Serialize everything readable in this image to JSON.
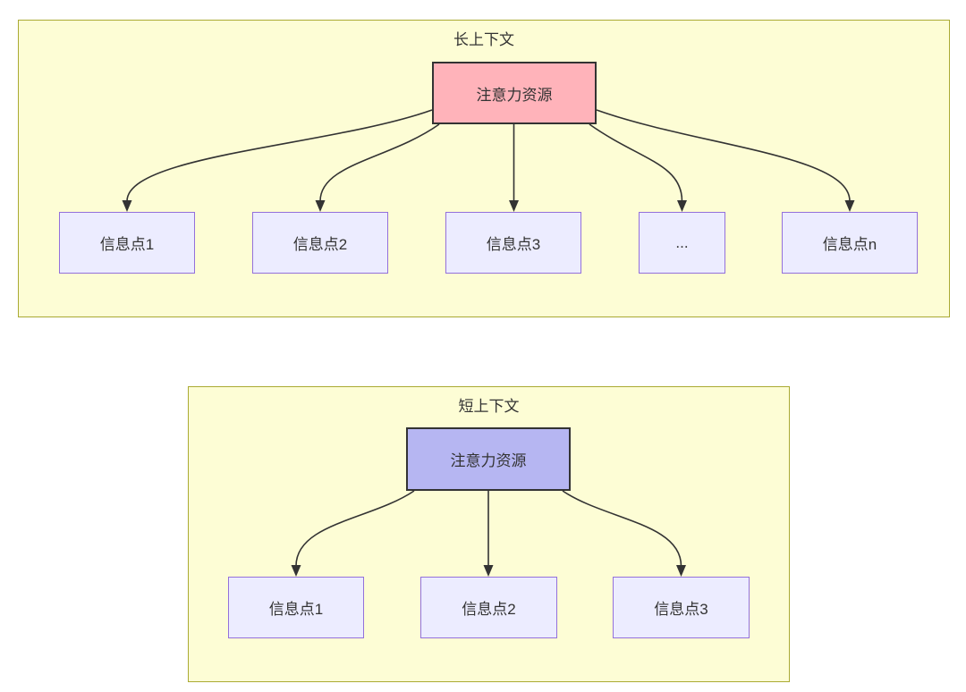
{
  "diagram": {
    "colors": {
      "cluster_fill": "#fdfdd5",
      "cluster_border": "#aaaa33",
      "node_fill": "#ececff",
      "node_border": "#9370db",
      "attention_long_fill": "#ffb3ba",
      "attention_short_fill": "#b6b6f2",
      "attention_border": "#333333",
      "edge_color": "#333333",
      "text_color": "#333333"
    },
    "long_context": {
      "title": "长上下文",
      "attention_label": "注意力资源",
      "children": [
        {
          "label": "信息点1"
        },
        {
          "label": "信息点2"
        },
        {
          "label": "信息点3"
        },
        {
          "label": "..."
        },
        {
          "label": "信息点n"
        }
      ]
    },
    "short_context": {
      "title": "短上下文",
      "attention_label": "注意力资源",
      "children": [
        {
          "label": "信息点1"
        },
        {
          "label": "信息点2"
        },
        {
          "label": "信息点3"
        }
      ]
    }
  }
}
